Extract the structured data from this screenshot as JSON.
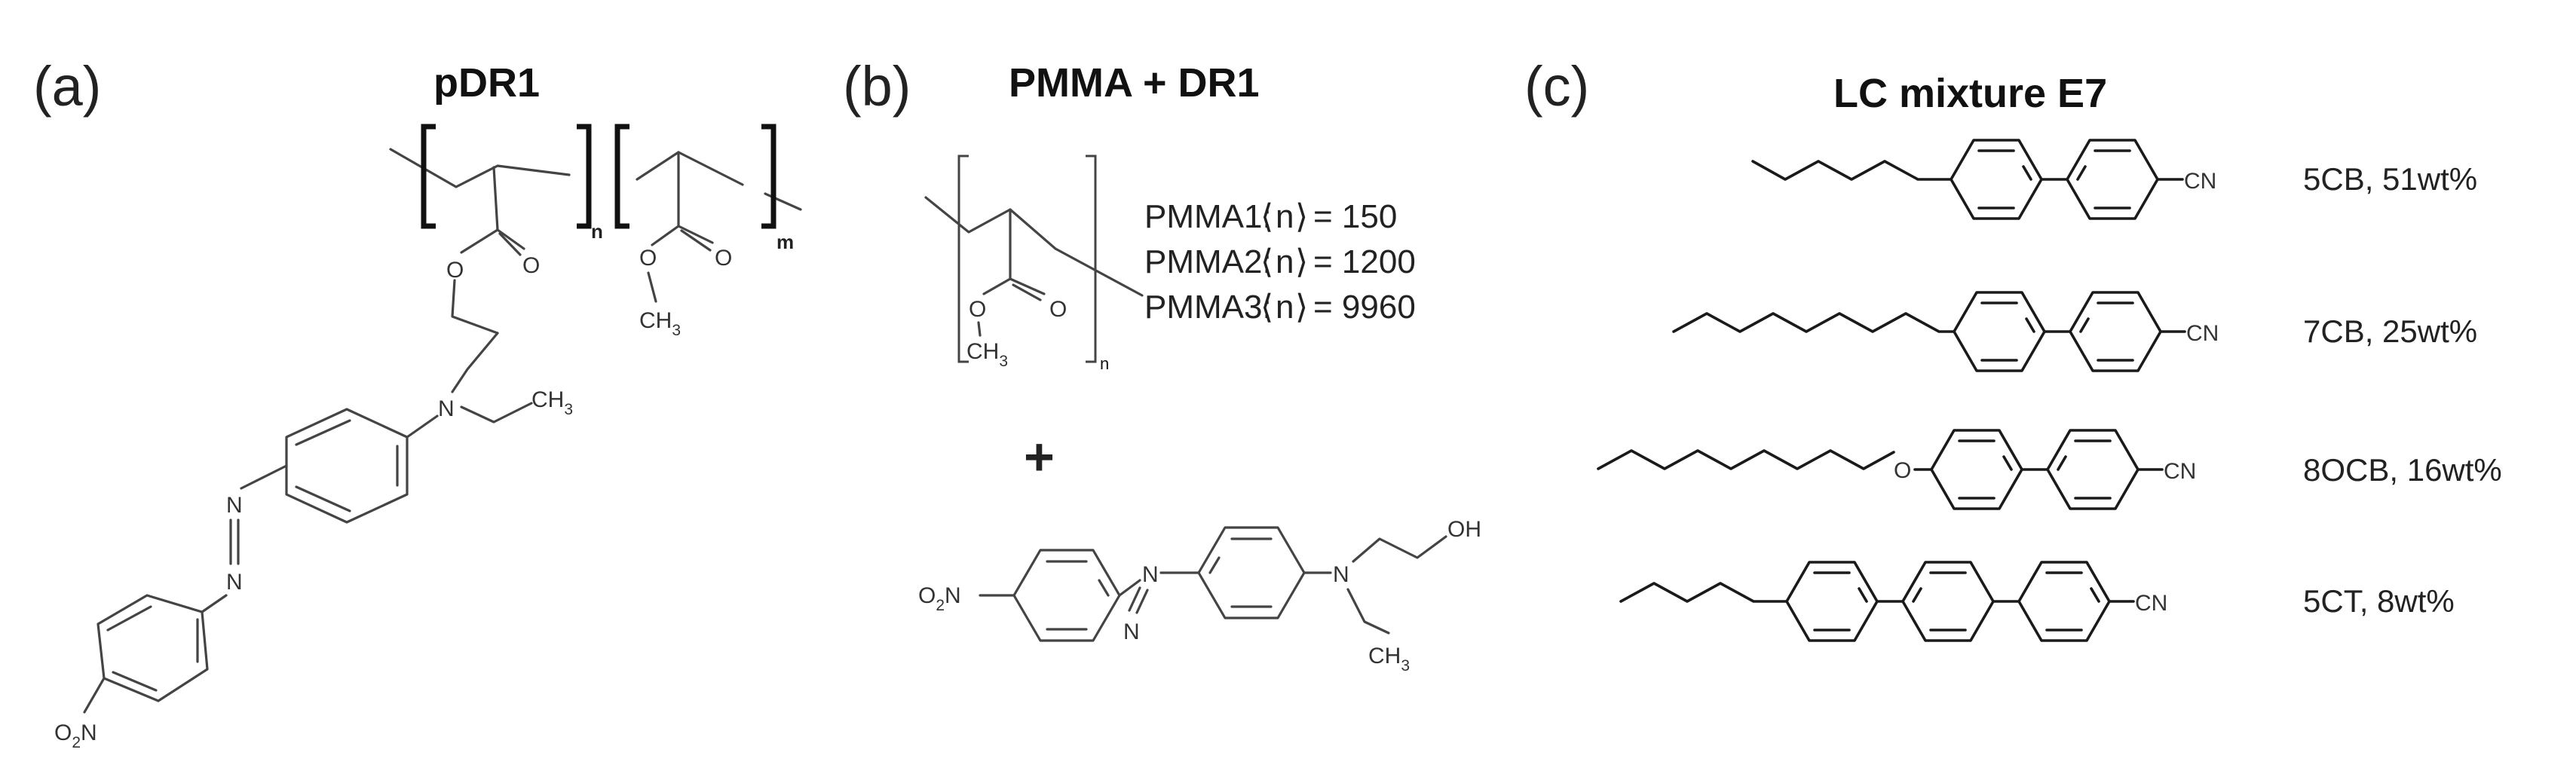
{
  "panels": {
    "a": {
      "label": "(a)",
      "title": "pDR1",
      "atoms": {
        "o1": "O",
        "o2": "O",
        "n_amine": "N",
        "ch3": "CH",
        "ch3_sub": "3",
        "n_azo1": "N",
        "n_azo2": "N",
        "o2n": "O",
        "o2n_sub": "2",
        "o2n_n": "N",
        "o3": "O",
        "o4": "O",
        "ch3b": "CH",
        "ch3b_sub": "3"
      },
      "subscripts": {
        "n": "n",
        "m": "m"
      }
    },
    "b": {
      "label": "(b)",
      "title": "PMMA + DR1",
      "plus": "+",
      "atoms": {
        "o1": "O",
        "o2": "O",
        "ch3": "CH",
        "ch3_sub": "3",
        "o2n": "O",
        "o2n_sub": "2",
        "o2n_n": "N",
        "n_azo1": "N",
        "n_azo2": "N",
        "n_amine": "N",
        "oh": "OH",
        "ch3b": "CH",
        "ch3b_sub": "3"
      },
      "subscript_n": "n",
      "pmma": [
        {
          "name": "PMMA1:",
          "value": "= 150"
        },
        {
          "name": "PMMA2:",
          "value": "= 1200"
        },
        {
          "name": "PMMA3:",
          "value": "= 9960"
        }
      ],
      "n_symbol": "n"
    },
    "c": {
      "label": "(c)",
      "title": "LC mixture E7",
      "cn": "CN",
      "ether_o": "O",
      "components": [
        {
          "name": "5CB, 51wt%"
        },
        {
          "name": "7CB, 25wt%"
        },
        {
          "name": "8OCB, 16wt%"
        },
        {
          "name": "5CT, 8wt%"
        }
      ]
    }
  }
}
